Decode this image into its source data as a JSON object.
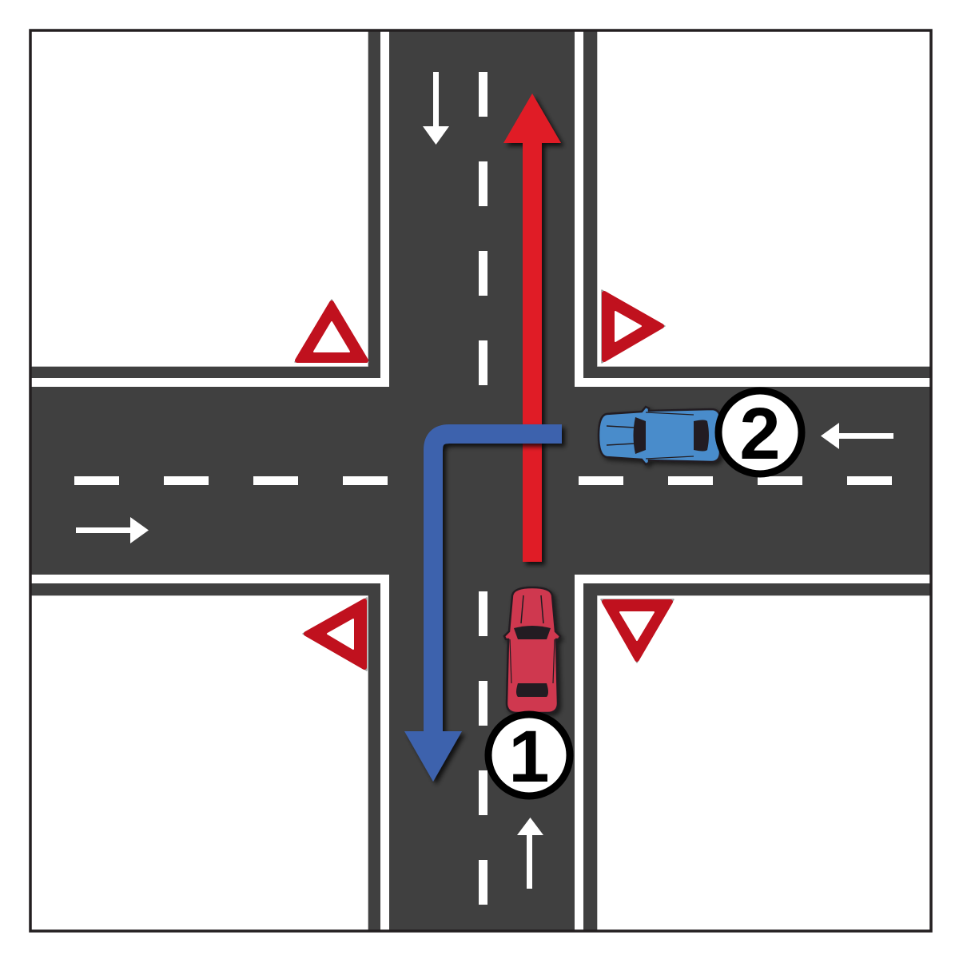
{
  "diagram": {
    "type": "four-way intersection with yield signs",
    "frame": {
      "border_color": "#231f20",
      "background": "#ffffff"
    },
    "road": {
      "asphalt_color": "#404040",
      "marking_color": "#ffffff"
    },
    "yield_signs": [
      {
        "id": "nw",
        "direction": "up",
        "color": "#c0111e"
      },
      {
        "id": "ne",
        "direction": "right",
        "color": "#c0111e"
      },
      {
        "id": "sw",
        "direction": "left",
        "color": "#c0111e"
      },
      {
        "id": "se",
        "direction": "down",
        "color": "#c0111e"
      }
    ],
    "lane_arrows": [
      {
        "id": "north-lane",
        "direction": "down"
      },
      {
        "id": "south-lane",
        "direction": "up"
      },
      {
        "id": "west-lane",
        "direction": "right"
      },
      {
        "id": "east-lane",
        "direction": "left"
      }
    ],
    "vehicles": [
      {
        "id": "car-1",
        "label": "1",
        "color": "#cf374f",
        "heading": "north",
        "path": "straight",
        "path_color": "#e01e28"
      },
      {
        "id": "car-2",
        "label": "2",
        "color": "#4a8ccb",
        "heading": "west",
        "path": "left turn (south)",
        "path_color": "#3c62ad"
      }
    ]
  }
}
